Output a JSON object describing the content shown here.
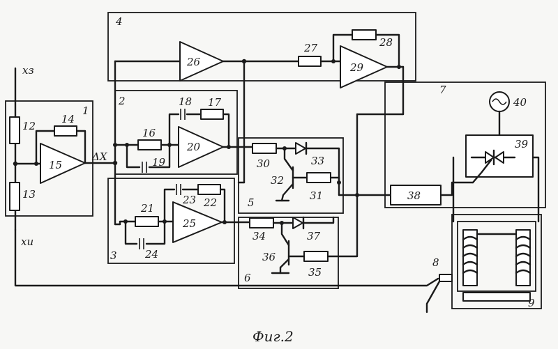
{
  "caption": "Фиг.2",
  "signals": {
    "xz": "xз",
    "xu": "xи",
    "dx": "ΔX"
  },
  "blocks": {
    "b1": "1",
    "b2": "2",
    "b3": "3",
    "b4": "4",
    "b5": "5",
    "b6": "6",
    "b7": "7",
    "b9": "9"
  },
  "parts": {
    "p8": "8",
    "p12": "12",
    "p13": "13",
    "p14": "14",
    "p15": "15",
    "p16": "16",
    "p17": "17",
    "p18": "18",
    "p19": "19",
    "p20": "20",
    "p21": "21",
    "p22": "22",
    "p23": "23",
    "p24": "24",
    "p25": "25",
    "p26": "26",
    "p27": "27",
    "p28": "28",
    "p29": "29",
    "p30": "30",
    "p31": "31",
    "p32": "32",
    "p33": "33",
    "p34": "34",
    "p35": "35",
    "p36": "36",
    "p37": "37",
    "p38": "38",
    "p39": "39",
    "p40": "40"
  }
}
